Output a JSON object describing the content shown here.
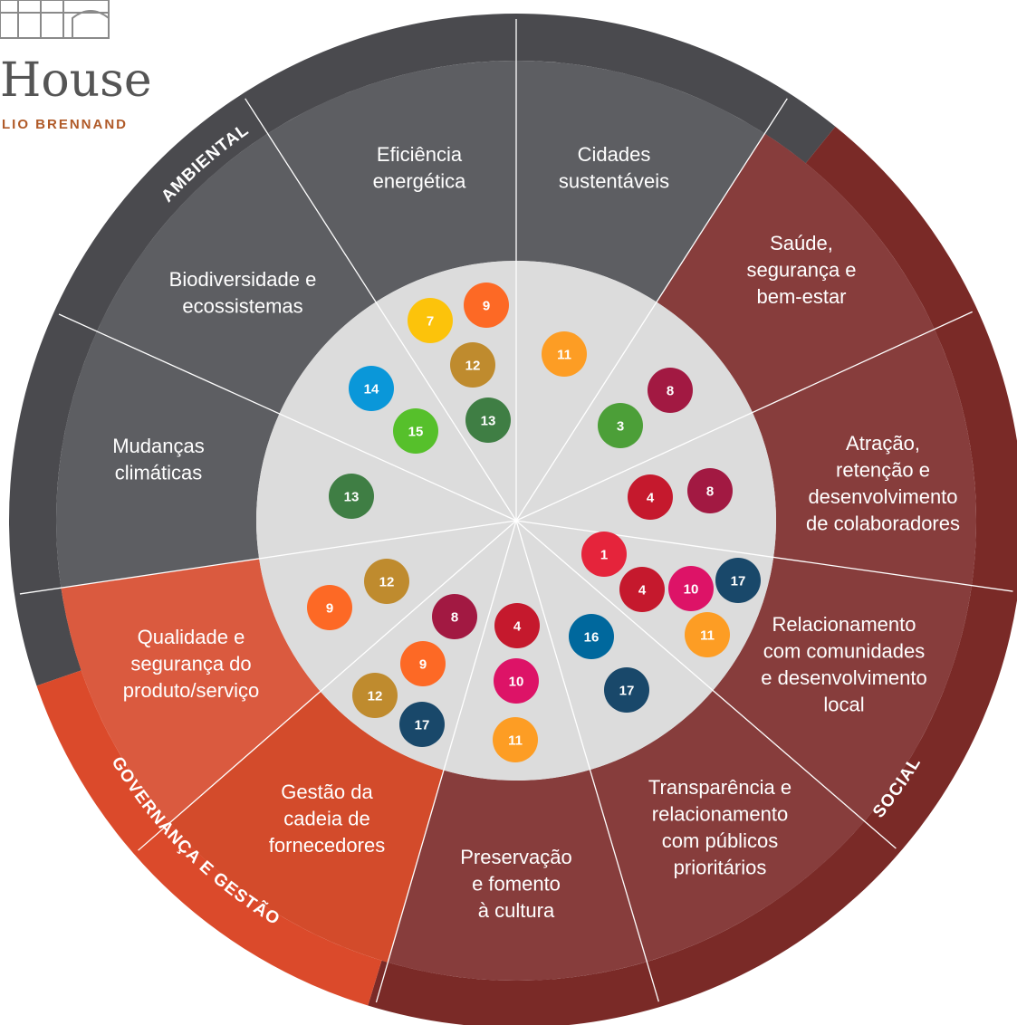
{
  "logo": {
    "word": "House",
    "sub": "LIO BRENNAND"
  },
  "colors": {
    "ambiental_ring": "#4a4a4e",
    "ambiental_seg": "#5d5e62",
    "social_ring": "#7a2a27",
    "social_seg": "#873d3c",
    "gov_ring": "#db4a2b",
    "gov_seg_a": "#da5a3f",
    "gov_seg_b": "#d34b2b",
    "inner_disc": "#dcdcdc",
    "divider": "#ffffff",
    "logo_brown": "#b05a28",
    "logo_grey": "#7a7a7a"
  },
  "pillars": [
    {
      "id": "ambiental",
      "label": "AMBIENTAL"
    },
    {
      "id": "social",
      "label": "SOCIAL"
    },
    {
      "id": "gov",
      "label": "GOVERNANÇA E GESTÃO"
    }
  ],
  "topics": [
    {
      "id": "eficiencia",
      "group": "ambiental",
      "lines": [
        "Eficiência",
        "energética"
      ]
    },
    {
      "id": "cidades",
      "group": "ambiental",
      "lines": [
        "Cidades",
        "sustentáveis"
      ]
    },
    {
      "id": "saude",
      "group": "social",
      "lines": [
        "Saúde,",
        "segurança e",
        "bem-estar"
      ]
    },
    {
      "id": "atracao",
      "group": "social",
      "lines": [
        "Atração,",
        "retenção e",
        "desenvolvimento",
        "de colaboradores"
      ]
    },
    {
      "id": "relacionamento",
      "group": "social",
      "lines": [
        "Relacionamento",
        "com comunidades",
        "e desenvolvimento",
        "local"
      ]
    },
    {
      "id": "transparencia",
      "group": "social",
      "lines": [
        "Transparência e",
        "relacionamento",
        "com públicos",
        "prioritários"
      ]
    },
    {
      "id": "cultura",
      "group": "social",
      "lines": [
        "Preservação",
        "e fomento",
        "à cultura"
      ]
    },
    {
      "id": "fornecedores",
      "group": "gov",
      "lines": [
        "Gestão da",
        "cadeia de",
        "fornecedores"
      ]
    },
    {
      "id": "qualidade",
      "group": "gov",
      "lines": [
        "Qualidade e",
        "segurança do",
        "produto/serviço"
      ]
    },
    {
      "id": "mudancas",
      "group": "ambiental",
      "lines": [
        "Mudanças",
        "climáticas"
      ]
    },
    {
      "id": "biodiversidade",
      "group": "ambiental",
      "lines": [
        "Biodiversidade e",
        "ecossistemas"
      ]
    }
  ],
  "sdg_colors": {
    "1": "#e5243b",
    "3": "#4c9f38",
    "4": "#c5192d",
    "7": "#fcc30b",
    "8": "#a21942",
    "9": "#fd6925",
    "10": "#dd1367",
    "11": "#fd9d24",
    "12": "#bf8b2e",
    "13": "#3f7e44",
    "14": "#0a97d9",
    "15": "#56c02b",
    "16": "#00689d",
    "17": "#19486a"
  },
  "sdg_badges": [
    {
      "n": "9"
    },
    {
      "n": "7"
    },
    {
      "n": "12"
    },
    {
      "n": "13"
    },
    {
      "n": "11"
    },
    {
      "n": "8"
    },
    {
      "n": "3"
    },
    {
      "n": "4"
    },
    {
      "n": "8"
    },
    {
      "n": "1"
    },
    {
      "n": "4"
    },
    {
      "n": "10"
    },
    {
      "n": "17"
    },
    {
      "n": "11"
    },
    {
      "n": "16"
    },
    {
      "n": "17"
    },
    {
      "n": "4"
    },
    {
      "n": "10"
    },
    {
      "n": "11"
    },
    {
      "n": "8"
    },
    {
      "n": "9"
    },
    {
      "n": "12"
    },
    {
      "n": "17"
    },
    {
      "n": "12"
    },
    {
      "n": "9"
    },
    {
      "n": "13"
    },
    {
      "n": "14"
    },
    {
      "n": "15"
    }
  ]
}
